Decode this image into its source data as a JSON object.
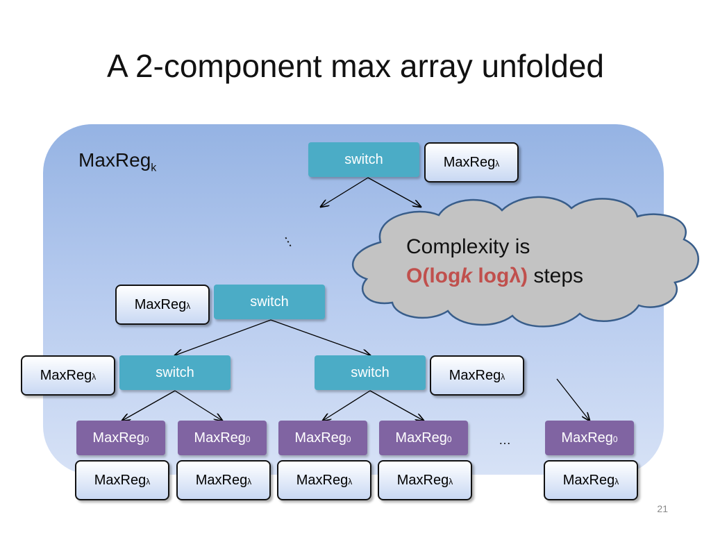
{
  "slide": {
    "title": "A 2-component max array unfolded",
    "page_number": "21"
  },
  "panel": {
    "label_base": "MaxReg",
    "label_sub": "k"
  },
  "labels": {
    "switch": "switch",
    "maxreg_base": "MaxReg",
    "sub_lambda": "λ",
    "sub_zero": "0"
  },
  "ellipsis": {
    "vertical": "⋮",
    "horizontal": "…"
  },
  "callout": {
    "line1": "Complexity is",
    "line2_bold": "O(log",
    "line2_k": "k",
    "line2_rest": " log",
    "line2_lambda": "λ)",
    "line2_end": " steps"
  }
}
